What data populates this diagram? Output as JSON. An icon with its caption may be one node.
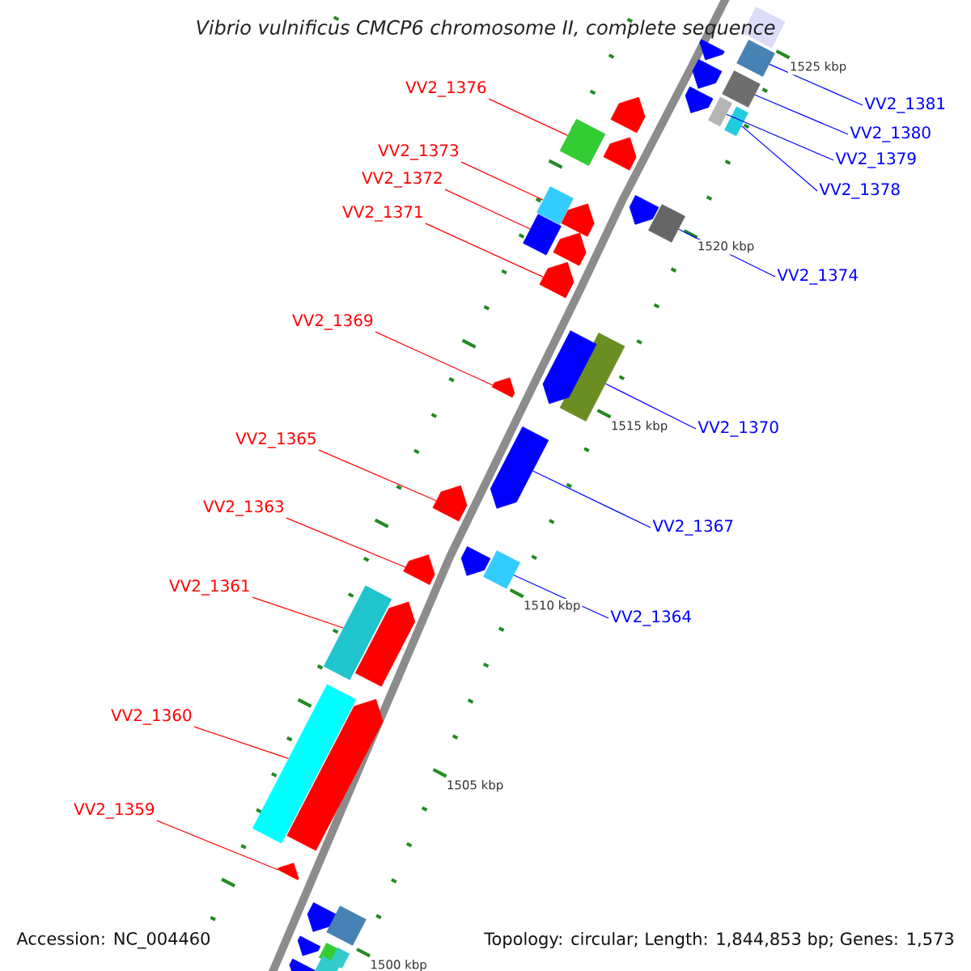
{
  "diagram": {
    "title": "Vibrio vulnificus CMCP6 chromosome II, complete sequence",
    "nodes": [
      {
        "text": [
          "VV2_1376"
        ]
      },
      {
        "text": [
          "VV2_1381"
        ]
      },
      {
        "text": [
          "VV2_1380"
        ]
      },
      {
        "text": [
          "VV2_1373"
        ]
      },
      {
        "text": [
          "VV2_1379"
        ]
      },
      {
        "text": [
          "VV2_1372"
        ]
      },
      {
        "text": [
          "VV2_1378"
        ]
      },
      {
        "text": [
          "VV2_1371"
        ]
      },
      {
        "text": [
          "VV2_1374"
        ]
      },
      {
        "text": [
          "VV2_1369"
        ]
      },
      {
        "text": [
          "VV2_1370"
        ]
      },
      {
        "text": [
          "VV2_1365"
        ]
      },
      {
        "text": [
          "VV2_1363"
        ]
      },
      {
        "text": [
          "VV2_1367"
        ]
      },
      {
        "text": [
          "VV2_1361"
        ]
      },
      {
        "text": [
          "VV2_1364"
        ]
      },
      {
        "text": [
          "VV2_1360"
        ]
      },
      {
        "text": [
          "VV2_1359"
        ]
      },
      {
        "text": [],
        "shape": "box"
      },
      {
        "text": [],
        "shape": "box"
      },
      {
        "text": [],
        "shape": "box"
      },
      {
        "text": [],
        "shape": "box"
      },
      {
        "text": [],
        "shape": "box"
      },
      {
        "text": [],
        "shape": "box"
      },
      {
        "text": [],
        "shape": "box"
      },
      {
        "text": [],
        "shape": "pentagon"
      },
      {
        "text": [],
        "shape": "box"
      },
      {
        "text": [],
        "shape": "pentagon"
      },
      {
        "text": [],
        "shape": "box"
      },
      {
        "text": [],
        "shape": "pentagon"
      },
      {
        "text": [],
        "shape": "pentagon"
      },
      {
        "text": [],
        "shape": "pentagon"
      },
      {
        "text": [],
        "shape": "box"
      },
      {
        "text": [],
        "shape": "box"
      },
      {
        "text": [],
        "shape": "box"
      },
      {
        "text": [],
        "shape": "pentagon"
      },
      {
        "text": [],
        "shape": "box"
      },
      {
        "text": [],
        "shape": "pentagon"
      },
      {
        "text": [],
        "shape": "pentagon"
      },
      {
        "text": [],
        "shape": "pentagon"
      },
      {
        "text": [],
        "shape": "pentagon"
      },
      {
        "text": [],
        "shape": "pentagon"
      },
      {
        "text": [],
        "shape": "pentagon"
      },
      {
        "text": [],
        "shape": "pentagon"
      },
      {
        "text": [],
        "shape": "pentagon"
      },
      {
        "text": [],
        "shape": "pentagon"
      },
      {
        "text": [],
        "shape": "pentagon"
      },
      {
        "text": [],
        "shape": "pentagon"
      },
      {
        "text": [],
        "shape": "pentagon"
      },
      {
        "text": [],
        "shape": "pentagon"
      },
      {
        "text": [],
        "shape": "box"
      },
      {
        "text": [],
        "shape": "pentagon"
      },
      {
        "text": [],
        "shape": "box"
      },
      {
        "text": [],
        "shape": "box"
      },
      {
        "text": [],
        "shape": "pentagon"
      },
      {
        "text": [],
        "shape": "box"
      }
    ],
    "edges": [
      {
        "from": 0,
        "to": 18,
        "arrow": "none"
      },
      {
        "from": 1,
        "to": 19,
        "arrow": "none",
        "color": "#0000ff"
      },
      {
        "from": 2,
        "to": 20,
        "arrow": "none",
        "color": "#0000ff"
      },
      {
        "from": 3,
        "to": 21,
        "arrow": "none"
      },
      {
        "from": 4,
        "to": 22,
        "arrow": "none",
        "color": "#0000ff"
      },
      {
        "from": 5,
        "to": 23,
        "arrow": "none"
      },
      {
        "from": 6,
        "to": 24,
        "arrow": "none",
        "color": "#0000ff"
      },
      {
        "from": 7,
        "to": 25,
        "arrow": "none"
      },
      {
        "from": 8,
        "to": 26,
        "arrow": "none",
        "color": "#0000ff"
      },
      {
        "from": 9,
        "to": 27,
        "arrow": "none"
      },
      {
        "from": 10,
        "to": 28,
        "arrow": "none",
        "color": "#0000ff"
      },
      {
        "from": 11,
        "to": 29,
        "arrow": "none"
      },
      {
        "from": 12,
        "to": 30,
        "arrow": "none"
      },
      {
        "from": 13,
        "to": 31,
        "arrow": "none",
        "color": "#0000ff"
      },
      {
        "from": 14,
        "to": 32,
        "arrow": "none"
      },
      {
        "from": 15,
        "to": 33,
        "arrow": "none",
        "color": "#0000ff"
      },
      {
        "from": 16,
        "to": 34,
        "arrow": "none"
      },
      {
        "from": 17,
        "to": 35,
        "arrow": "none"
      }
    ],
    "labels": [
      "1525 kbp",
      "1520 kbp",
      "1515 kbp",
      "1510 kbp",
      "1505 kbp",
      "Accession: NC_004460",
      "Topology: circular; Length: 1,844,853 bp; Genes: 1,573",
      "1500 kbp"
    ]
  }
}
